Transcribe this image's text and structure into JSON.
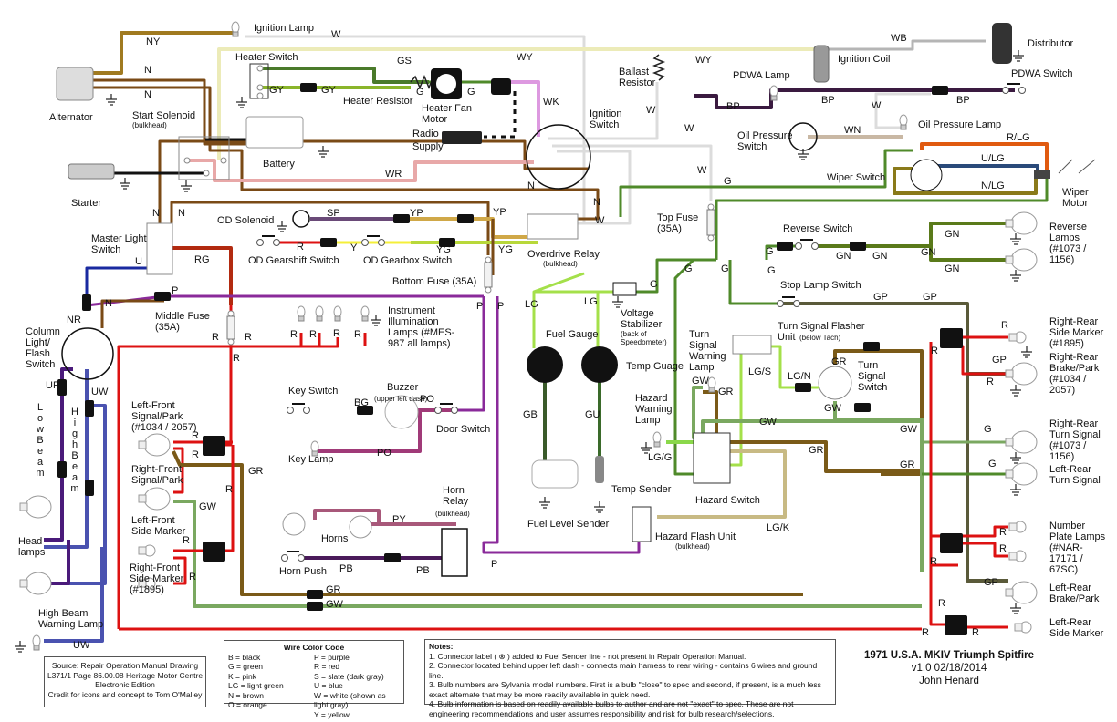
{
  "colors": {
    "B": "#111111",
    "G": "#4f8a2a",
    "GS": "#4a7a2a",
    "GY": "#8ab52a",
    "LG": "#a4e04a",
    "N": "#7a4a16",
    "NY": "#a07a20",
    "W": "#dcdcdc",
    "WY": "#ecebb8",
    "WK": "#dd99e0",
    "WR": "#e8a8a8",
    "WB": "#b5b5b5",
    "WN": "#c9b8a4",
    "R": "#dd1111",
    "RG": "#b22a10",
    "U": "#1a2aa0",
    "UW": "#4a52b0",
    "UR": "#4a1a7a",
    "P": "#8a2a9a",
    "PO": "#a03a78",
    "PY": "#a8587a",
    "PB": "#4a1a5a",
    "BP": "#3a1a40",
    "SP": "#6a4a78",
    "YP": "#d0a848",
    "Y": "#f4ef3a",
    "YG": "#b8d83a",
    "GN": "#5a7a1a",
    "GP": "#5a5a3a",
    "GW": "#7aa860",
    "GR": "#7a5a18",
    "GU": "#3a6a2a",
    "GB": "#3a5a2a",
    "LGG": "#8ad84a",
    "LGK": "#c8ba84",
    "RLG": "#e05a10",
    "ULG": "#2a4a7a",
    "NLG": "#8a7a1a"
  },
  "components": {
    "ignition_lamp": "Ignition Lamp",
    "alternator": "Alternator",
    "start_solenoid": "Start Solenoid",
    "start_solenoid_note": "(bulkhead)",
    "starter": "Starter",
    "heater_switch": "Heater Switch",
    "heater_resistor": "Heater Resistor",
    "heater_fan_motor_1": "Heater Fan",
    "heater_fan_motor_2": "Motor",
    "battery": "Battery",
    "radio_supply_1": "Radio",
    "radio_supply_2": "Supply",
    "ignition_switch_1": "Ignition",
    "ignition_switch_2": "Switch",
    "ballast_resistor_1": "Ballast",
    "ballast_resistor_2": "Resistor",
    "ignition_coil": "Ignition Coil",
    "distributor": "Distributor",
    "pdwa_lamp": "PDWA Lamp",
    "pdwa_switch": "PDWA Switch",
    "oil_pressure_lamp": "Oil Pressure Lamp",
    "oil_pressure_switch_1": "Oil Pressure",
    "oil_pressure_switch_2": "Switch",
    "wiper_switch": "Wiper Switch",
    "wiper_motor_1": "Wiper",
    "wiper_motor_2": "Motor",
    "od_solenoid": "OD Solenoid",
    "od_gearshift_switch": "OD Gearshift Switch",
    "od_gearbox_switch": "OD Gearbox Switch",
    "overdrive_relay": "Overdrive Relay",
    "overdrive_relay_note": "(bulkhead)",
    "top_fuse_1": "Top Fuse",
    "top_fuse_2": "(35A)",
    "master_light_switch_1": "Master Light",
    "master_light_switch_2": "Switch",
    "bottom_fuse": "Bottom Fuse (35A)",
    "middle_fuse_1": "Middle Fuse",
    "middle_fuse_2": "(35A)",
    "instrument_lamps_1": "Instrument",
    "instrument_lamps_2": "Illumination",
    "instrument_lamps_3": "Lamps (#MES-",
    "instrument_lamps_4": "987 all lamps)",
    "column_switch_1": "Column",
    "column_switch_2": "Light/",
    "column_switch_3": "Flash",
    "column_switch_4": "Switch",
    "voltage_stabilizer_1": "Voltage",
    "voltage_stabilizer_2": "Stabilizer",
    "voltage_stabilizer_3": "(back of",
    "voltage_stabilizer_4": "Speedometer)",
    "fuel_gauge": "Fuel Gauge",
    "temp_gauge": "Temp Guage",
    "reverse_switch": "Reverse Switch",
    "reverse_lamps_1": "Reverse",
    "reverse_lamps_2": "Lamps",
    "reverse_lamps_3": "(#1073 /",
    "reverse_lamps_4": "1156)",
    "stop_lamp_switch": "Stop Lamp Switch",
    "flasher_unit_1": "Turn Signal Flasher",
    "flasher_unit_2": "Unit",
    "flasher_unit_3": "(below Tach)",
    "turn_warning_1": "Turn",
    "turn_warning_2": "Signal",
    "turn_warning_3": "Warning",
    "turn_warning_4": "Lamp",
    "turn_switch_1": "Turn",
    "turn_switch_2": "Signal",
    "turn_switch_3": "Switch",
    "hazard_lamp_1": "Hazard",
    "hazard_lamp_2": "Warning",
    "hazard_lamp_3": "Lamp",
    "hazard_switch": "Hazard Switch",
    "hazard_flash_unit": "Hazard Flash Unit",
    "hazard_flash_note": "(bulkhead)",
    "temp_sender": "Temp Sender",
    "fuel_level_sender": "Fuel Level Sender",
    "key_switch": "Key Switch",
    "key_lamp": "Key Lamp",
    "buzzer": "Buzzer",
    "buzzer_note": "(upper left dash)",
    "door_switch": "Door Switch",
    "horn_relay_1": "Horn",
    "horn_relay_2": "Relay",
    "horn_relay_3": "(bulkhead)",
    "horns": "Horns",
    "horn_push": "Horn Push",
    "lf_signal_1": "Left-Front",
    "lf_signal_2": "Signal/Park",
    "lf_signal_3": "(#1034 / 2057)",
    "rf_signal_1": "Right-Front",
    "rf_signal_2": "Signal/Park",
    "lf_marker_1": "Left-Front",
    "lf_marker_2": "Side Marker",
    "rf_marker_1": "Right-Front",
    "rf_marker_2": "Side Marker",
    "rf_marker_3": "(#1895)",
    "head_lamps_1": "Head",
    "head_lamps_2": "lamps",
    "high_beam_lamp_1": "High Beam",
    "high_beam_lamp_2": "Warning Lamp",
    "low_beam_vertical": "LowBeam",
    "high_beam_vertical": "HighBeam",
    "rr_marker_1": "Right-Rear",
    "rr_marker_2": "Side Marker",
    "rr_marker_3": "(#1895)",
    "rr_brake_1": "Right-Rear",
    "rr_brake_2": "Brake/Park",
    "rr_brake_3": "(#1034 /",
    "rr_brake_4": "2057)",
    "rr_turn_1": "Right-Rear",
    "rr_turn_2": "Turn Signal",
    "rr_turn_3": "(#1073 /",
    "rr_turn_4": "1156)",
    "lr_turn_1": "Left-Rear",
    "lr_turn_2": "Turn Signal",
    "plate_1": "Number",
    "plate_2": "Plate Lamps",
    "plate_3": "(#NAR-",
    "plate_4": "17171 /",
    "plate_5": "67SC)",
    "lr_brake_1": "Left-Rear",
    "lr_brake_2": "Brake/Park",
    "lr_marker_1": "Left-Rear",
    "lr_marker_2": "Side Marker"
  },
  "wire_labels": [
    {
      "id": "ny",
      "text": "NY"
    },
    {
      "id": "w_top",
      "text": "W"
    },
    {
      "id": "n1",
      "text": "N"
    },
    {
      "id": "n2",
      "text": "N"
    },
    {
      "id": "gs",
      "text": "GS"
    },
    {
      "id": "gy1",
      "text": "GY"
    },
    {
      "id": "gy2",
      "text": "GY"
    },
    {
      "id": "g1",
      "text": "G"
    },
    {
      "id": "g2",
      "text": "G"
    },
    {
      "id": "wy1",
      "text": "WY"
    },
    {
      "id": "wy2",
      "text": "WY"
    },
    {
      "id": "wk",
      "text": "WK"
    },
    {
      "id": "wb",
      "text": "WB"
    },
    {
      "id": "w_ballast",
      "text": "W"
    },
    {
      "id": "wr",
      "text": "WR"
    },
    {
      "id": "n3",
      "text": "N"
    },
    {
      "id": "n4",
      "text": "N"
    },
    {
      "id": "w_od",
      "text": "W"
    },
    {
      "id": "w_pdwa",
      "text": "W"
    },
    {
      "id": "bp1",
      "text": "BP"
    },
    {
      "id": "bp2",
      "text": "BP"
    },
    {
      "id": "bp3",
      "text": "BP"
    },
    {
      "id": "w_oil",
      "text": "W"
    },
    {
      "id": "wn",
      "text": "WN"
    },
    {
      "id": "rlg",
      "text": "R/LG"
    },
    {
      "id": "ulg",
      "text": "U/LG"
    },
    {
      "id": "nlg",
      "text": "N/LG"
    },
    {
      "id": "g_wiper",
      "text": "G"
    },
    {
      "id": "w_topfuse",
      "text": "W"
    },
    {
      "id": "n5",
      "text": "N"
    },
    {
      "id": "n6",
      "text": "N"
    },
    {
      "id": "sp",
      "text": "SP"
    },
    {
      "id": "yp1",
      "text": "YP"
    },
    {
      "id": "yp2",
      "text": "YP"
    },
    {
      "id": "r_od",
      "text": "R"
    },
    {
      "id": "y_od",
      "text": "Y"
    },
    {
      "id": "yg1",
      "text": "YG"
    },
    {
      "id": "yg2",
      "text": "YG"
    },
    {
      "id": "rg",
      "text": "RG"
    },
    {
      "id": "u",
      "text": "U"
    },
    {
      "id": "p1",
      "text": "P"
    },
    {
      "id": "p2",
      "text": "P"
    },
    {
      "id": "p3",
      "text": "P"
    },
    {
      "id": "n7",
      "text": "N"
    },
    {
      "id": "nr",
      "text": "NR"
    },
    {
      "id": "r1",
      "text": "R"
    },
    {
      "id": "r2",
      "text": "R"
    },
    {
      "id": "r3",
      "text": "R"
    },
    {
      "id": "ri1",
      "text": "R"
    },
    {
      "id": "ri2",
      "text": "R"
    },
    {
      "id": "ri3",
      "text": "R"
    },
    {
      "id": "ri4",
      "text": "R"
    },
    {
      "id": "lg1",
      "text": "LG"
    },
    {
      "id": "lg2",
      "text": "LG"
    },
    {
      "id": "g_vs",
      "text": "G"
    },
    {
      "id": "g_tf1",
      "text": "G"
    },
    {
      "id": "g_tf2",
      "text": "G"
    },
    {
      "id": "g_rev",
      "text": "G"
    },
    {
      "id": "g_rev2",
      "text": "G"
    },
    {
      "id": "gn1",
      "text": "GN"
    },
    {
      "id": "gn2",
      "text": "GN"
    },
    {
      "id": "gn3",
      "text": "GN"
    },
    {
      "id": "gn4",
      "text": "GN"
    },
    {
      "id": "gn5",
      "text": "GN"
    },
    {
      "id": "gp1",
      "text": "GP"
    },
    {
      "id": "gp2",
      "text": "GP"
    },
    {
      "id": "gp3",
      "text": "GP"
    },
    {
      "id": "gp4",
      "text": "GP"
    },
    {
      "id": "r_rr1",
      "text": "R"
    },
    {
      "id": "r_rr2",
      "text": "R"
    },
    {
      "id": "r_rr3",
      "text": "R"
    },
    {
      "id": "lgs",
      "text": "LG/S"
    },
    {
      "id": "lgn",
      "text": "LG/N"
    },
    {
      "id": "gr_ts",
      "text": "GR"
    },
    {
      "id": "gw_ts",
      "text": "GW"
    },
    {
      "id": "gw_twl",
      "text": "GW"
    },
    {
      "id": "gr_twl",
      "text": "GR"
    },
    {
      "id": "gw_mid",
      "text": "GW"
    },
    {
      "id": "gr_mid",
      "text": "GR"
    },
    {
      "id": "gw_r",
      "text": "GW"
    },
    {
      "id": "gr_r",
      "text": "GR"
    },
    {
      "id": "g_rt1",
      "text": "G"
    },
    {
      "id": "g_rt2",
      "text": "G"
    },
    {
      "id": "lgg",
      "text": "LG/G"
    },
    {
      "id": "lgk",
      "text": "LG/K"
    },
    {
      "id": "gb",
      "text": "GB"
    },
    {
      "id": "gu",
      "text": "GU"
    },
    {
      "id": "bg",
      "text": "BG"
    },
    {
      "id": "po1",
      "text": "PO"
    },
    {
      "id": "po2",
      "text": "PO"
    },
    {
      "id": "py",
      "text": "PY"
    },
    {
      "id": "pb1",
      "text": "PB"
    },
    {
      "id": "pb2",
      "text": "PB"
    },
    {
      "id": "p_horn",
      "text": "P"
    },
    {
      "id": "ur",
      "text": "UR"
    },
    {
      "id": "uw",
      "text": "UW"
    },
    {
      "id": "uw2",
      "text": "UW"
    },
    {
      "id": "r_lf1",
      "text": "R"
    },
    {
      "id": "r_lf2",
      "text": "R"
    },
    {
      "id": "r_lf3",
      "text": "R"
    },
    {
      "id": "r_lf4",
      "text": "R"
    },
    {
      "id": "r_lf5",
      "text": "R"
    },
    {
      "id": "gr_lf",
      "text": "GR"
    },
    {
      "id": "gw_lf",
      "text": "GW"
    },
    {
      "id": "gr_b",
      "text": "GR"
    },
    {
      "id": "gw_b",
      "text": "GW"
    },
    {
      "id": "r_pl1",
      "text": "R"
    },
    {
      "id": "r_pl2",
      "text": "R"
    },
    {
      "id": "r_pl3",
      "text": "R"
    },
    {
      "id": "r_lrb",
      "text": "R"
    },
    {
      "id": "r_lrm1",
      "text": "R"
    },
    {
      "id": "r_lrm2",
      "text": "R"
    }
  ],
  "source_box": {
    "line1": "Source: Repair Operation Manual Drawing",
    "line2": "L371/1 Page 86.00.08 Heritage Motor Centre",
    "line3": "Electronic Edition",
    "line4": "Credit for icons and concept to Tom O'Malley"
  },
  "wire_color_code": {
    "title": "Wire Color Code",
    "left": [
      "B = black",
      "G = green",
      "K = pink",
      "LG = light green",
      "N = brown",
      "O = orange"
    ],
    "right": [
      "P = purple",
      "R = red",
      "S = slate (dark gray)",
      "U = blue",
      "W = white (shown as light gray)",
      "Y = yellow"
    ]
  },
  "notes": {
    "title": "Notes:",
    "items": [
      "1. Connector label ( ⊗ ) added to Fuel Sender line - not present in Repair Operation Manual.",
      "2. Connector located behind upper left dash - connects main harness to rear wiring - contains 6 wires and ground line.",
      "3. Bulb numbers are Sylvania model numbers. First is a bulb \"close\" to spec and second, if present, is a much less exact alternate that may be more readily available in quick need.",
      "4. Bulb information is based on readily available bulbs to author and are not \"exact\" to spec. These are not engineering recommendations and user assumes responsibility and risk for bulb research/selections."
    ]
  },
  "title_block": {
    "title": "1971 U.S.A. MKIV Triumph Spitfire",
    "version": "v1.0  02/18/2014",
    "author": "John Henard"
  }
}
